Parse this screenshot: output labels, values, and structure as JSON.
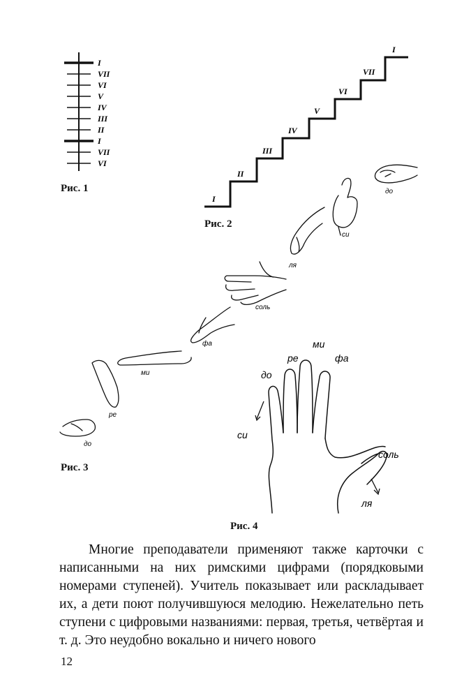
{
  "fig1": {
    "caption": "Рис. 1",
    "labels": [
      "I",
      "VII",
      "VI",
      "V",
      "IV",
      "III",
      "II",
      "I",
      "VII",
      "VI"
    ]
  },
  "fig2": {
    "caption": "Рис. 2",
    "labels": [
      "I",
      "II",
      "III",
      "IV",
      "V",
      "VI",
      "VII",
      "I"
    ]
  },
  "fig3": {
    "caption": "Рис. 3",
    "labels": [
      "до",
      "си",
      "ля",
      "соль",
      "фа",
      "ми",
      "ре",
      "до"
    ]
  },
  "fig4": {
    "caption": "Рис. 4",
    "labels": [
      "до",
      "ре",
      "ми",
      "фа",
      "си",
      "соль",
      "ля"
    ]
  },
  "text": {
    "paragraph": "Многие преподаватели применяют также карточки с написанными на них римскими цифрами (порядковыми номерами ступеней). Учитель показывает или раскладывает их, а дети поют получившуюся мелодию. Нежелательно петь ступени с цифровыми названиями: первая, третья, четвёртая и т. д. Это неудобно вокально и ничего нового"
  },
  "page_number": "12"
}
